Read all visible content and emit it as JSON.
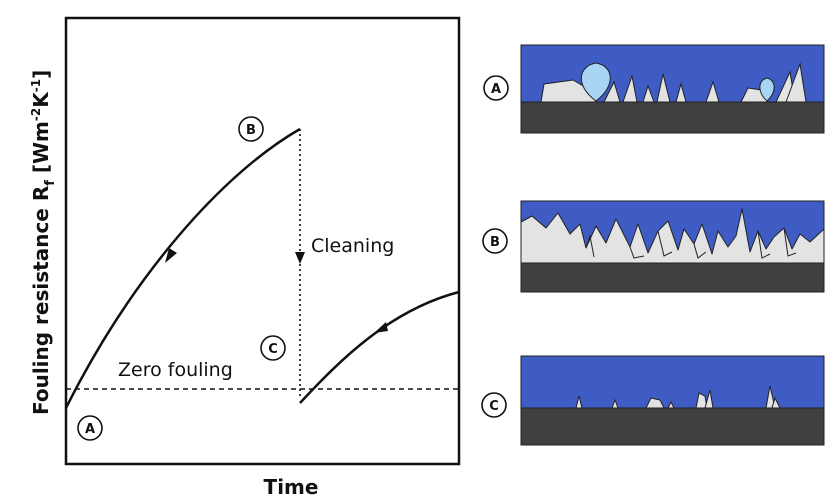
{
  "diagram": {
    "y_axis_label_main": "Fouling resistance R",
    "y_axis_label_sub": "f",
    "y_axis_unit_prefix": " [Wm",
    "y_axis_unit_exp1": "-2",
    "y_axis_unit_mid": "K",
    "y_axis_unit_exp2": "-1",
    "y_axis_unit_suffix": "]",
    "x_axis_label": "Time",
    "zero_fouling_label": "Zero fouling",
    "cleaning_label": "Cleaning",
    "markers": {
      "a": "A",
      "b": "B",
      "c": "C"
    }
  },
  "panels": [
    {
      "marker": "A"
    },
    {
      "marker": "B"
    },
    {
      "marker": "C"
    }
  ],
  "colors": {
    "fluid": "#3f5cc4",
    "wall": "#404040",
    "deposit": "#e3e3e3",
    "bubble": "#a9d5f5",
    "line": "#111111"
  }
}
